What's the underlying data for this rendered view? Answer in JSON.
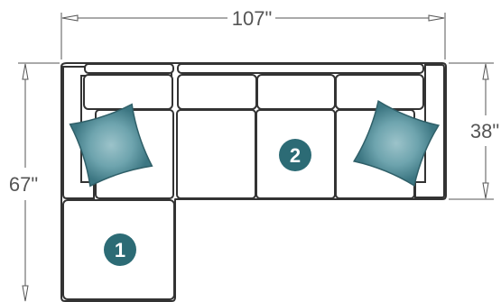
{
  "dimensions": {
    "width": "107\"",
    "depth_total": "67\"",
    "depth_back": "38\""
  },
  "sections": [
    {
      "number": "1"
    },
    {
      "number": "2"
    }
  ],
  "colors": {
    "badge": "#2c6b75",
    "pillow_main": "#5f9aa6",
    "pillow_edge": "#3f7a86",
    "pillow_highlight": "#8fbcc4"
  }
}
